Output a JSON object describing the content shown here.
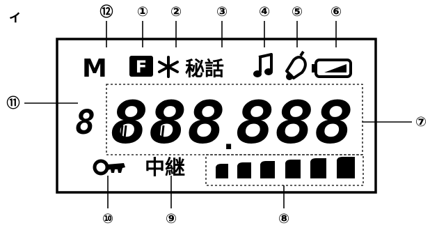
{
  "header_fragment": "ィ",
  "callouts": {
    "c1": "①",
    "c2": "②",
    "c3": "③",
    "c4": "④",
    "c5": "⑤",
    "c6": "⑥",
    "c7": "⑦",
    "c8": "⑧",
    "c9": "⑨",
    "c10": "⑩",
    "c11": "⑪",
    "c12": "⑫"
  },
  "indicators": {
    "memory": "M",
    "function": "F",
    "secret": "秘話",
    "relay": "中継",
    "sub_digit": "8",
    "main_digits_left": "888",
    "main_digits_right": "888",
    "decimal_point": "."
  },
  "icons": {
    "asterisk": "asterisk-icon",
    "music": "music-note-icon",
    "bell": "bell-icon",
    "battery": "battery-icon",
    "key": "key-icon",
    "signal": "signal-bars-icon"
  }
}
